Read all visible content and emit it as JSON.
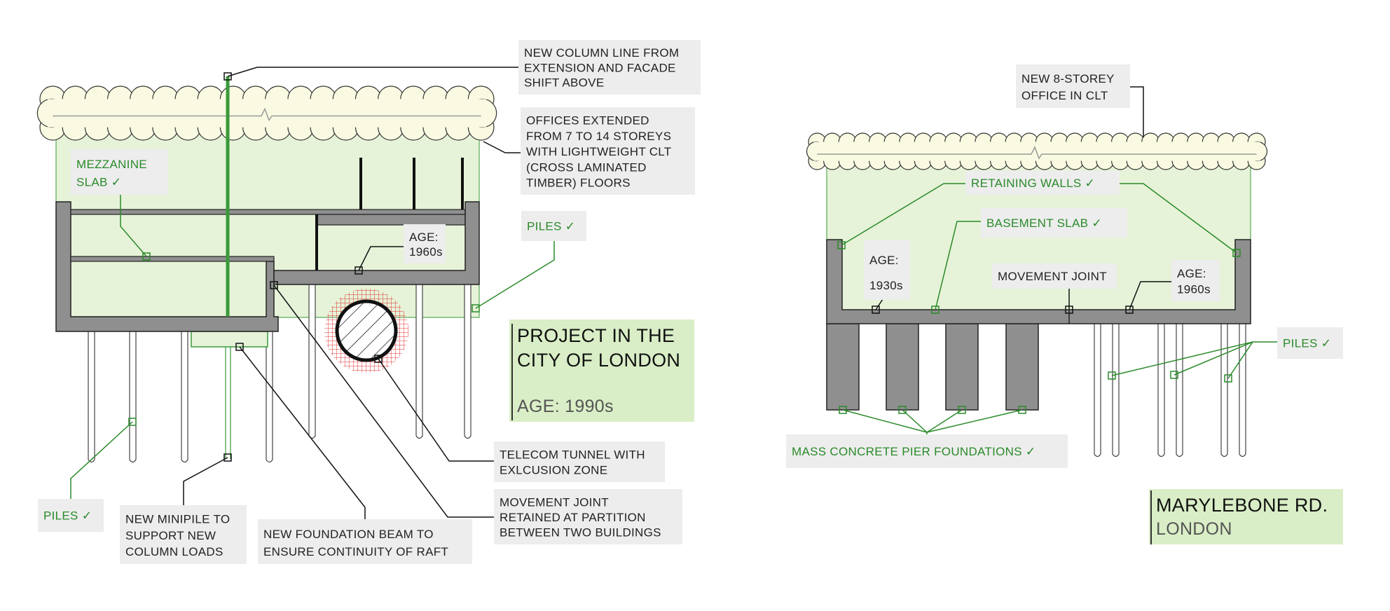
{
  "colors": {
    "concrete": "#8f8f8f",
    "fill_green": "#e6f3d8",
    "title_green": "#d9eec6",
    "label_bg": "#ededed",
    "cloud": "#fafae2",
    "accent_green": "#2a8a2a",
    "exclusion_red": "#e03030"
  },
  "left": {
    "column_line": [
      "NEW COLUMN LINE FROM",
      "EXTENSION AND FACADE",
      "SHIFT ABOVE"
    ],
    "offices": [
      "OFFICES EXTENDED",
      "FROM 7 TO 14 STOREYS",
      "WITH LIGHTWEIGHT CLT",
      "(CROSS LAMINATED",
      "TIMBER) FLOORS"
    ],
    "mezzanine": [
      "MEZZANINE",
      "SLAB ✓"
    ],
    "age": [
      "AGE:",
      "1960s"
    ],
    "piles_right": [
      "PILES ✓"
    ],
    "piles_left": [
      "PILES ✓"
    ],
    "telecom": [
      "TELECOM TUNNEL WITH",
      "EXLCUSION ZONE"
    ],
    "movement": [
      "MOVEMENT JOINT",
      "RETAINED AT PARTITION",
      "BETWEEN TWO BUILDINGS"
    ],
    "beam": [
      "NEW FOUNDATION BEAM TO",
      "ENSURE CONTINUITY OF RAFT"
    ],
    "minipile": [
      "NEW MINIPILE TO",
      "SUPPORT NEW",
      "COLUMN LOADS"
    ],
    "project_title": [
      "PROJECT IN THE",
      "CITY OF LONDON"
    ],
    "project_age": "AGE: 1990s"
  },
  "right": {
    "office": [
      "NEW 8-STOREY",
      "OFFICE IN CLT"
    ],
    "retaining": [
      "RETAINING WALLS ✓"
    ],
    "basement": [
      "BASEMENT SLAB ✓"
    ],
    "age_a": [
      "AGE:",
      "1930s"
    ],
    "movement": [
      "MOVEMENT JOINT"
    ],
    "age_b": [
      "AGE:",
      "1960s"
    ],
    "piles": [
      "PILES ✓"
    ],
    "piers": [
      "MASS CONCRETE PIER FOUNDATIONS ✓"
    ],
    "site_title": "MARYLEBONE RD.",
    "site_sub": "LONDON"
  }
}
